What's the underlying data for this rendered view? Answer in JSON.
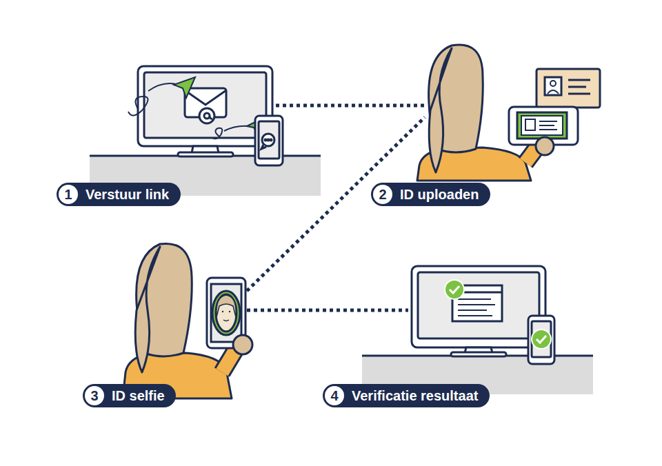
{
  "diagram": {
    "nodes": [
      {
        "text": [
          "Verstuur link"
        ]
      },
      {
        "text": [
          "1"
        ],
        "in": 0
      },
      {
        "text": [
          "ID uploaden"
        ]
      },
      {
        "text": [
          "2"
        ],
        "in": 2
      },
      {
        "text": [
          "ID selfie"
        ]
      },
      {
        "text": [
          "3"
        ],
        "in": 4
      },
      {
        "text": [
          "Verificatie resultaat"
        ]
      },
      {
        "text": [
          "4"
        ],
        "in": 6
      }
    ]
  }
}
